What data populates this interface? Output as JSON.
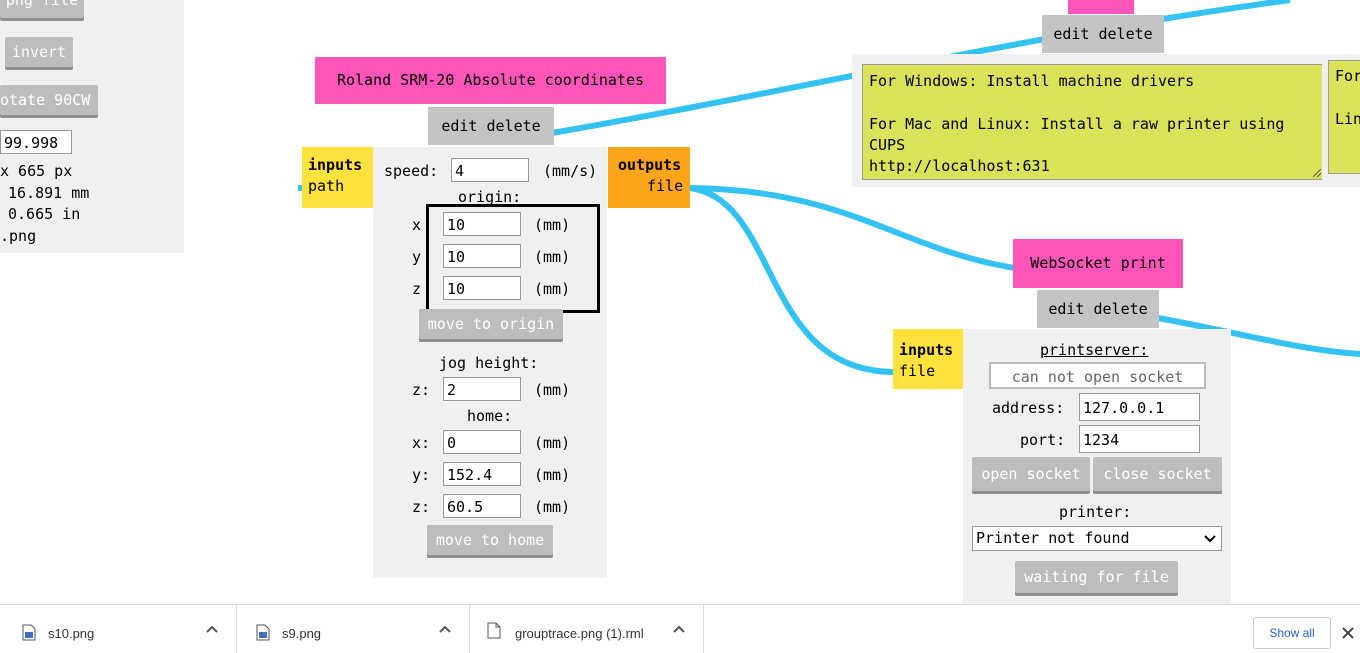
{
  "left_panel": {
    "png_file_label": "png file",
    "invert_label": "invert",
    "rotate_label": "otate 90CW",
    "dpi_value": "99.998",
    "info": [
      "x 665 px",
      "16.891 mm",
      "0.665 in",
      ".png"
    ]
  },
  "top_module": {
    "edit_delete": "edit delete"
  },
  "note_windows": {
    "lines": [
      "For Windows: Install machine drivers",
      "",
      "For Mac and Linux: Install a raw printer using",
      "CUPS",
      "http://localhost:631"
    ]
  },
  "note_right": {
    "lines": [
      "For",
      "",
      "Lin"
    ]
  },
  "roland": {
    "title": "Roland SRM-20 Absolute coordinates",
    "edit_delete": "edit delete",
    "inputs_label": "inputs",
    "inputs_type": "path",
    "outputs_label": "outputs",
    "outputs_type": "file",
    "speed_label": "speed:",
    "speed_value": "4",
    "speed_unit": "(mm/s)",
    "origin_label": "origin:",
    "origin": [
      {
        "axis": "x",
        "value": "10",
        "unit": "(mm)"
      },
      {
        "axis": "y",
        "value": "10",
        "unit": "(mm)"
      },
      {
        "axis": "z",
        "value": "10",
        "unit": "(mm)"
      }
    ],
    "move_to_origin": "move to origin",
    "jog_label": "jog height:",
    "jog": {
      "axis": "z:",
      "value": "2",
      "unit": "(mm)"
    },
    "home_label": "home:",
    "home": [
      {
        "axis": "x:",
        "value": "0",
        "unit": "(mm)"
      },
      {
        "axis": "y:",
        "value": "152.4",
        "unit": "(mm)"
      },
      {
        "axis": "z:",
        "value": "60.5",
        "unit": "(mm)"
      }
    ],
    "move_to_home": "move to home"
  },
  "websocket": {
    "title": "WebSocket print",
    "edit_delete": "edit delete",
    "inputs_label": "inputs",
    "inputs_type": "file",
    "printserver_label": "printserver:",
    "status": "can not open socket",
    "address_label": "address:",
    "address_value": "127.0.0.1",
    "port_label": "port:",
    "port_value": "1234",
    "open_socket": "open socket",
    "close_socket": "close socket",
    "printer_label": "printer:",
    "printer_selected": "Printer not found",
    "waiting": "waiting for file"
  },
  "downloads": {
    "items": [
      {
        "name": "s10.png",
        "icon": "image-file-icon"
      },
      {
        "name": "s9.png",
        "icon": "image-file-icon"
      },
      {
        "name": "grouptrace.png (1).rml",
        "icon": "document-file-icon"
      }
    ],
    "show_all": "Show all"
  },
  "colors": {
    "title_pink": "#ff55bb",
    "input_yellow": "#ffe23b",
    "output_orange": "#ffa51c",
    "wire_blue": "#33c2f2",
    "note_green": "#d9e259",
    "button_gray": "#bdbdbd"
  }
}
